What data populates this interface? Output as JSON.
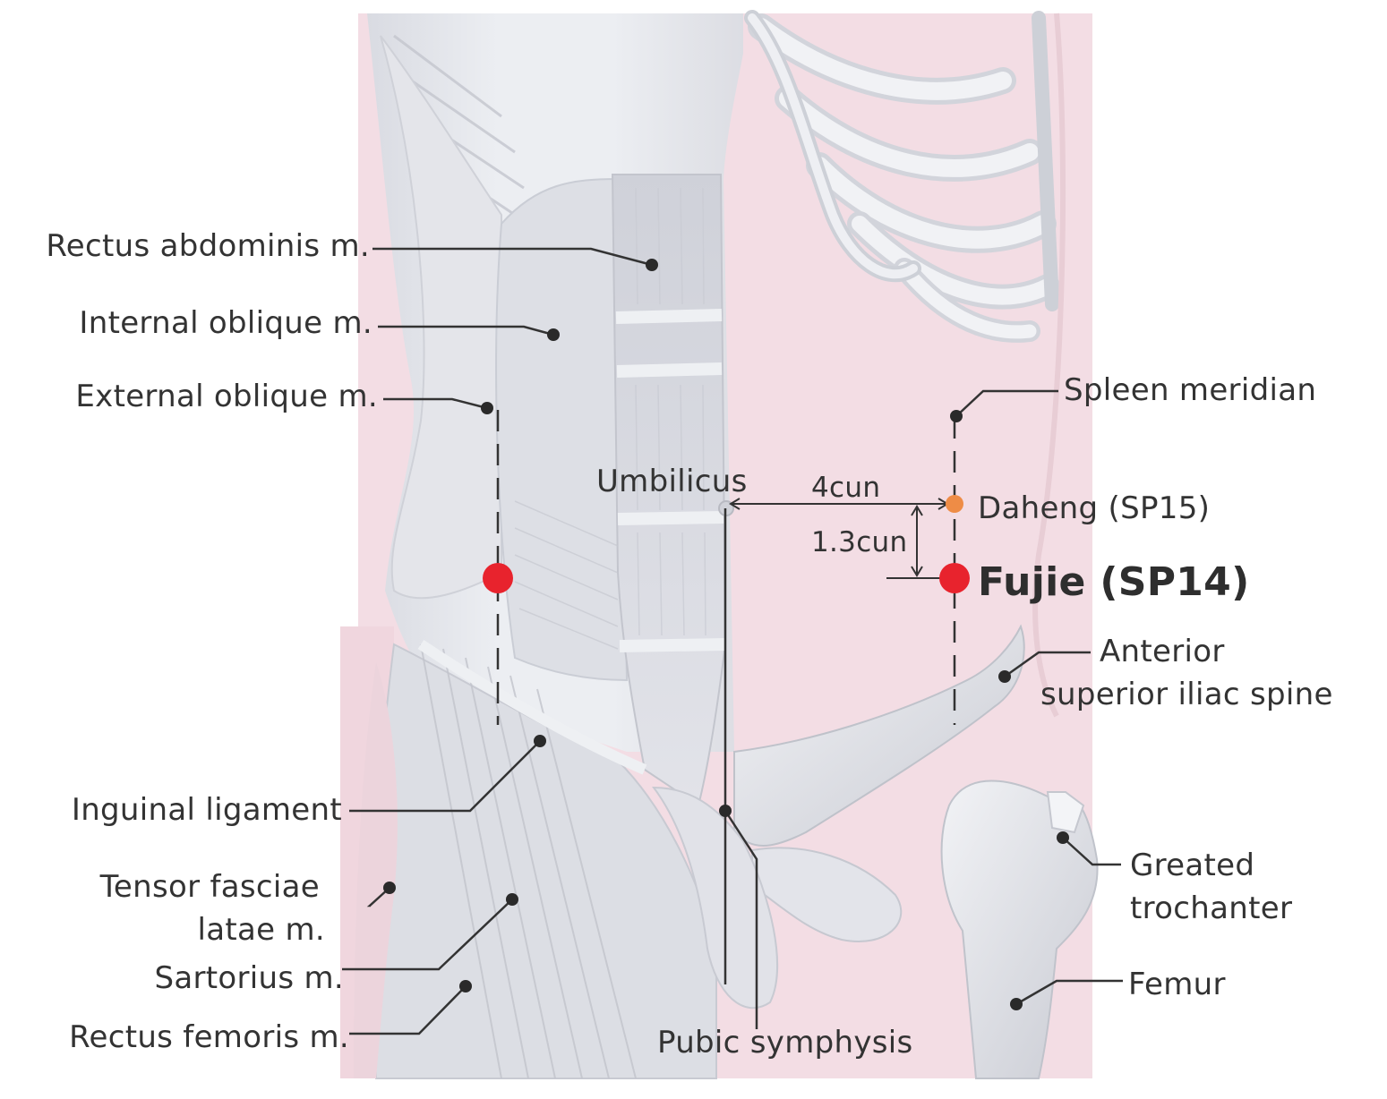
{
  "colors": {
    "background_pink": "#f3dde4",
    "body_gray": "#e6e7ec",
    "muscle_gray": "#d5d7de",
    "leader_line": "#333333",
    "acupoint_red": "#e8232d",
    "acupoint_orange": "#ee8c46"
  },
  "labels": {
    "rectus_abdominis": "Rectus abdominis m.",
    "internal_oblique": "Internal oblique m.",
    "external_oblique": "External oblique m.",
    "inguinal_ligament": "Inguinal ligament",
    "tensor_fasciae_line1": "Tensor fasciae",
    "tensor_fasciae_line2": "latae m.",
    "sartorius": "Sartorius m.",
    "rectus_femoris": "Rectus femoris m.",
    "umbilicus": "Umbilicus",
    "spleen_meridian": "Spleen meridian",
    "daheng": "Daheng (SP15)",
    "fujie": "Fujie (SP14)",
    "asis_line1": "Anterior",
    "asis_line2": "superior iliac spine",
    "greater_trochanter_line1": "Greated",
    "greater_trochanter_line2": "trochanter",
    "femur": "Femur",
    "pubic_symphysis": "Pubic symphysis"
  },
  "measurements": {
    "horizontal": "4cun",
    "vertical": "1.3cun"
  },
  "acupoints": [
    {
      "name": "Fujie (SP14)",
      "side": "right",
      "color": "acupoint_red"
    },
    {
      "name": "Fujie (SP14)",
      "side": "left",
      "color": "acupoint_red"
    },
    {
      "name": "Daheng (SP15)",
      "side": "left",
      "color": "acupoint_orange"
    }
  ]
}
